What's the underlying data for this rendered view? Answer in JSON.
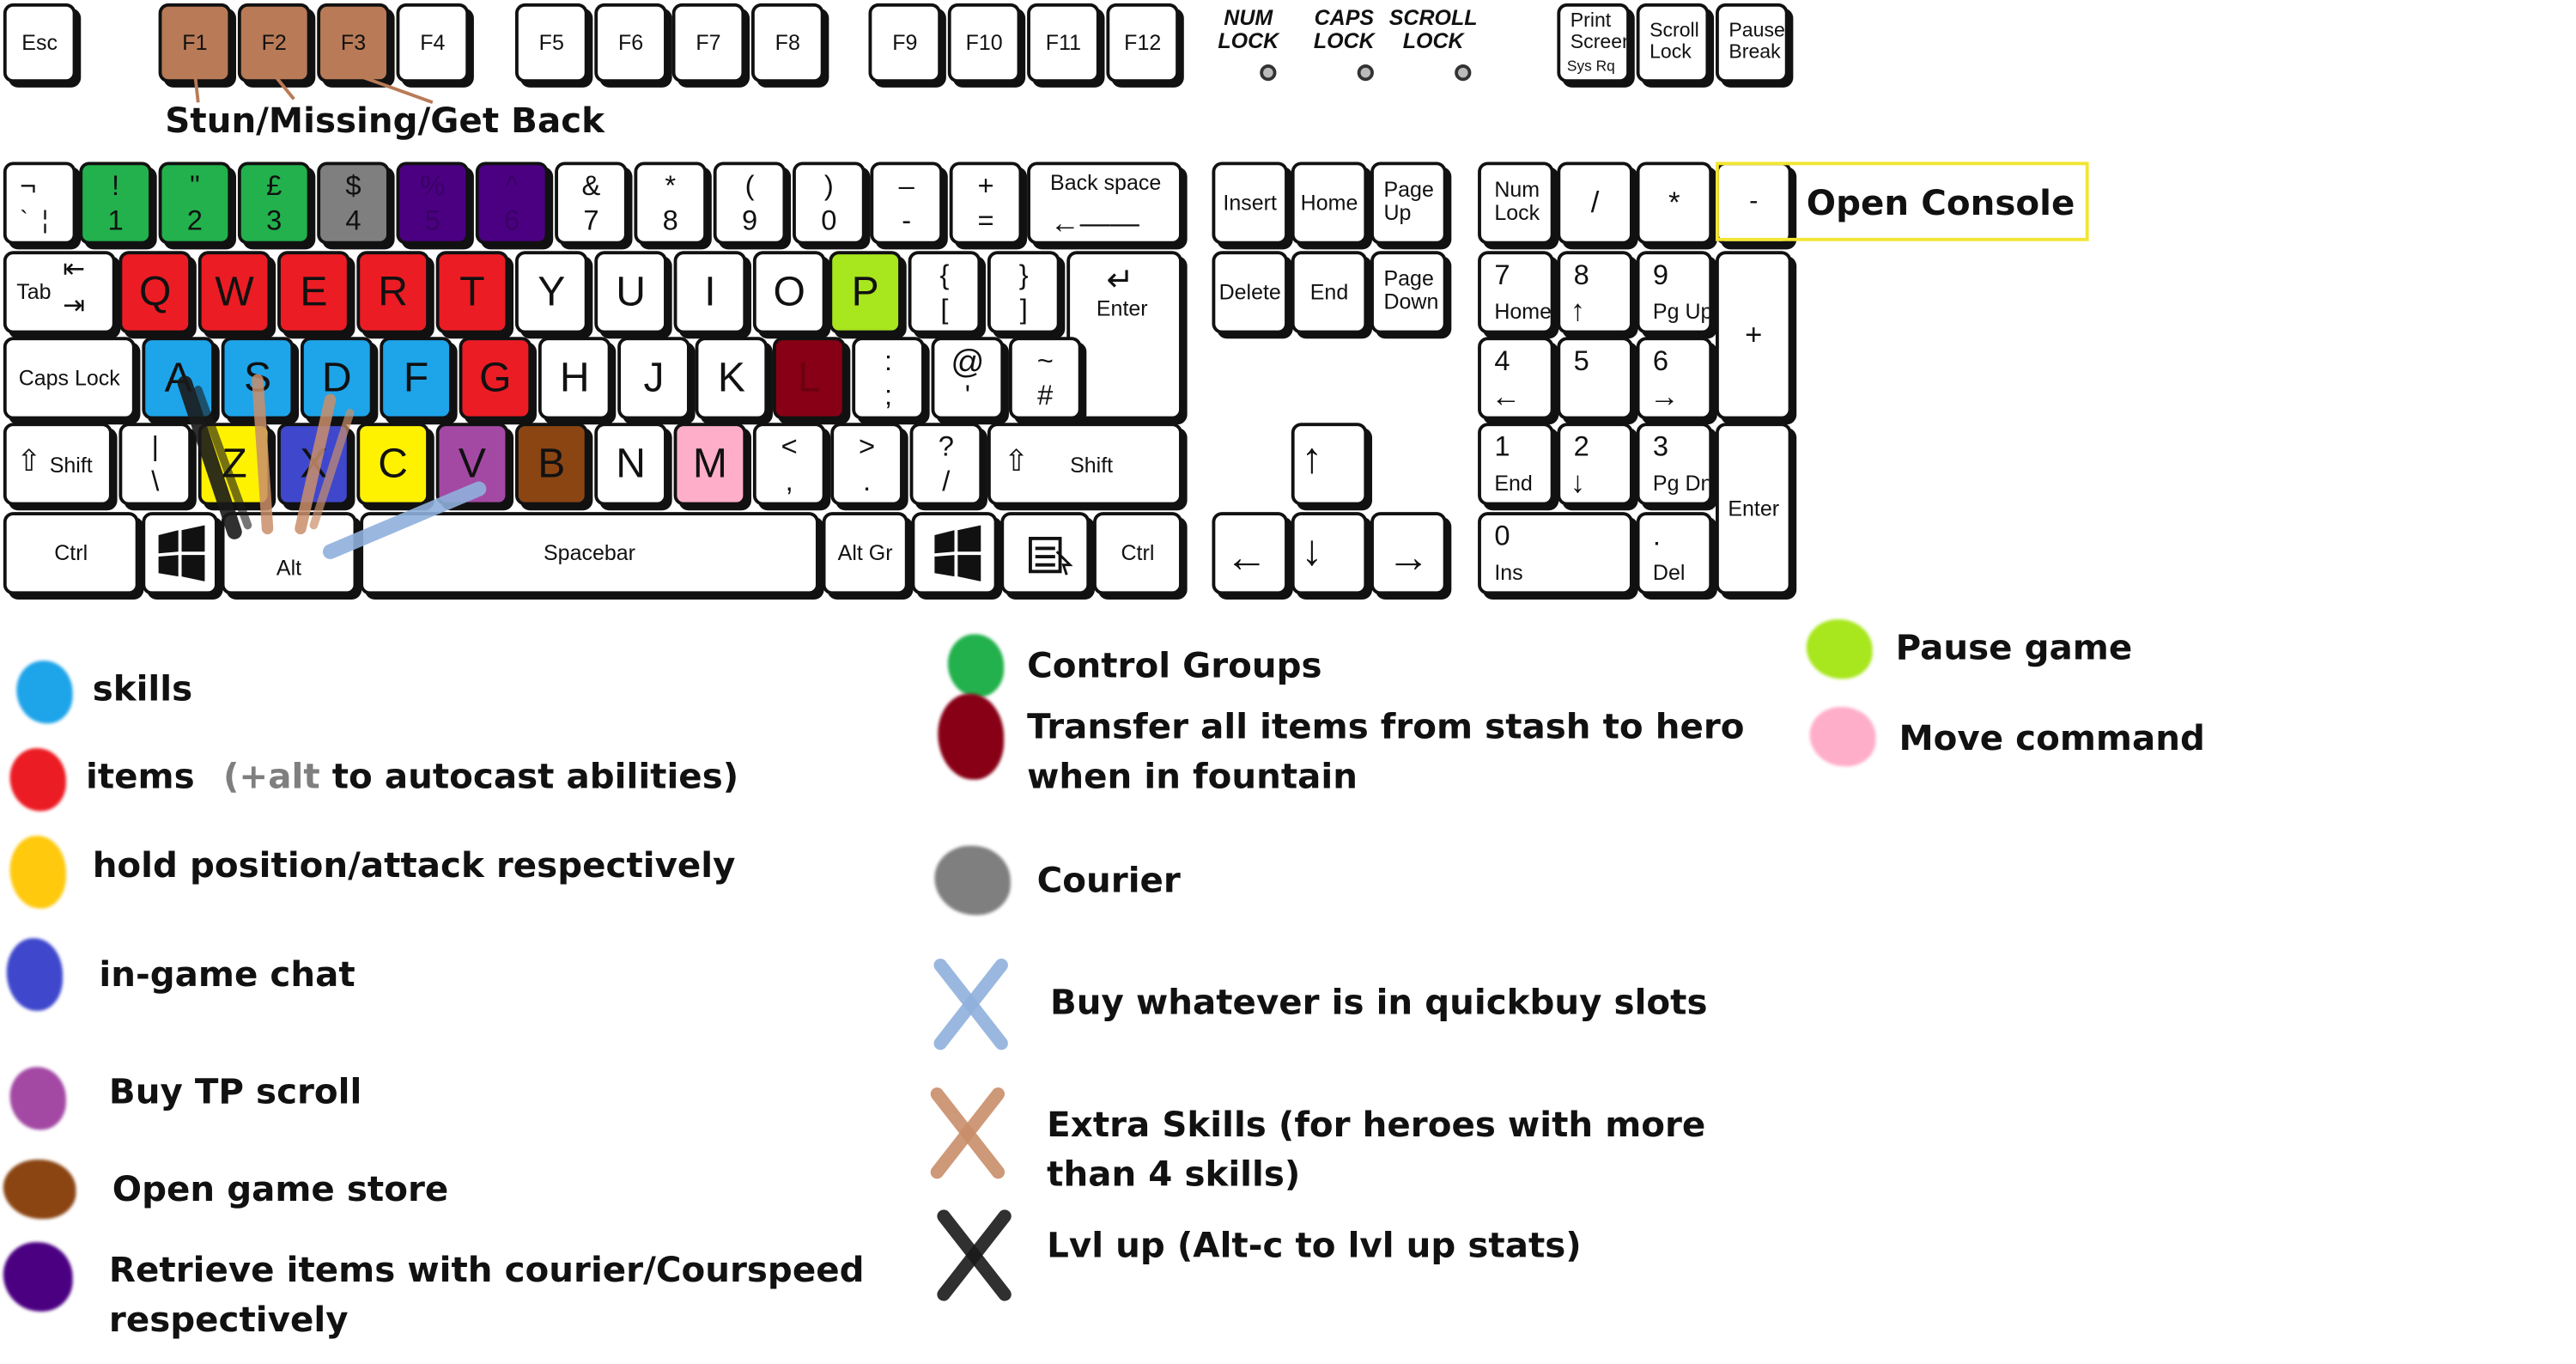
{
  "annotations": {
    "stun_missing_get_back": "Stun/Missing/Get Back",
    "open_console": "Open Console"
  },
  "lock_labels": {
    "num": "NUM\nLOCK",
    "caps": "CAPS\nLOCK",
    "scroll": "SCROLL\nLOCK"
  },
  "keys": {
    "esc": "Esc",
    "f1": "F1",
    "f2": "F2",
    "f3": "F3",
    "f4": "F4",
    "f5": "F5",
    "f6": "F6",
    "f7": "F7",
    "f8": "F8",
    "f9": "F9",
    "f10": "F10",
    "f11": "F11",
    "f12": "F12",
    "print_screen": "Print\nScreen",
    "sys_rq": "Sys Rq",
    "scroll_lock": "Scroll\nLock",
    "pause_break": "Pause\nBreak",
    "backtick_top": "¬",
    "backtick_bot": "`  ¦",
    "k1_top": "!",
    "k1_bot": "1",
    "k2_top": "\"",
    "k2_bot": "2",
    "k3_top": "£",
    "k3_bot": "3",
    "k4_top": "$",
    "k4_bot": "4",
    "k5_top": "%",
    "k5_bot": "5",
    "k6_top": "^",
    "k6_bot": "6",
    "k7_top": "&",
    "k7_bot": "7",
    "k8_top": "*",
    "k8_bot": "8",
    "k9_top": "(",
    "k9_bot": "9",
    "k0_top": ")",
    "k0_bot": "0",
    "minus_top": "–",
    "minus_bot": "-",
    "equal_top": "+",
    "equal_bot": "=",
    "backspace": "Back space",
    "tab": "Tab",
    "q": "Q",
    "w": "W",
    "e": "E",
    "r": "R",
    "t": "T",
    "y": "Y",
    "u": "U",
    "i": "I",
    "o": "O",
    "p": "P",
    "lbrace_top": "{",
    "lbrace_bot": "[",
    "rbrace_top": "}",
    "rbrace_bot": "]",
    "enter": "Enter",
    "caps_lock": "Caps Lock",
    "a": "A",
    "s": "S",
    "d": "D",
    "f": "F",
    "g": "G",
    "h": "H",
    "j": "J",
    "k": "K",
    "l": "L",
    "semi_top": ":",
    "semi_bot": ";",
    "at_top": "@",
    "at_bot": "'",
    "hash_top": "~",
    "hash_bot": "#",
    "shift": "Shift",
    "pipe_top": "|",
    "pipe_bot": "\\",
    "z": "Z",
    "x": "X",
    "c": "C",
    "v": "V",
    "b": "B",
    "n": "N",
    "m": "M",
    "comma_top": "<",
    "comma_bot": ",",
    "period_top": ">",
    "period_bot": ".",
    "slash_top": "?",
    "slash_bot": "/",
    "ctrl": "Ctrl",
    "alt": "Alt",
    "spacebar": "Spacebar",
    "alt_gr": "Alt Gr",
    "insert": "Insert",
    "home": "Home",
    "page_up": "Page\nUp",
    "delete": "Delete",
    "end": "End",
    "page_down": "Page\nDown",
    "num_lock": "Num\nLock",
    "np_slash": "/",
    "np_star": "*",
    "np_minus": "-",
    "np_plus": "+",
    "np7": "7",
    "np7_sub": "Home",
    "np8": "8",
    "np9": "9",
    "np9_sub": "Pg Up",
    "np4": "4",
    "np5": "5",
    "np6": "6",
    "np1": "1",
    "np1_sub": "End",
    "np2": "2",
    "np3": "3",
    "np3_sub": "Pg Dn",
    "np0": "0",
    "np0_sub": "Ins",
    "np_dot": ".",
    "np_dot_sub": "Del",
    "np_enter": "Enter"
  },
  "legend": [
    {
      "id": "skills",
      "text": "skills",
      "color": "#1ea4e9"
    },
    {
      "id": "items",
      "text": "items",
      "extra_alt": "(+alt",
      "extra_rest": " to autocast abilities)",
      "color": "#ec1c24"
    },
    {
      "id": "hold",
      "text": "hold position/attack respectively",
      "color": "#fff200"
    },
    {
      "id": "chat",
      "text": "in-game chat",
      "color": "#3f48cc"
    },
    {
      "id": "tp",
      "text": "Buy TP scroll",
      "color": "#a349a4"
    },
    {
      "id": "store",
      "text": "Open game store",
      "color": "#8b4513"
    },
    {
      "id": "retrieve",
      "text": "Retrieve items with courier/Courspeed\nrespectively",
      "color": "#4b0082"
    },
    {
      "id": "control",
      "text": "Control Groups",
      "color": "#22b14c"
    },
    {
      "id": "transfer",
      "text": "Transfer all items from stash to hero\nwhen in fountain",
      "color": "#880015"
    },
    {
      "id": "courier",
      "text": "Courier",
      "color": "#7f7f7f"
    },
    {
      "id": "quickbuy",
      "text": "Buy whatever is in quickbuy slots",
      "color": "#8fb0dc"
    },
    {
      "id": "extra",
      "text": "Extra Skills (for heroes with more\nthan 4 skills)",
      "color": "#c98e6a"
    },
    {
      "id": "lvlup",
      "text": "Lvl up (Alt-c to lvl up stats)",
      "color": "#1a1a1a"
    },
    {
      "id": "pause",
      "text": "Pause game",
      "color": "#a8e61d"
    },
    {
      "id": "move",
      "text": "Move command",
      "color": "#ffaec9"
    }
  ]
}
